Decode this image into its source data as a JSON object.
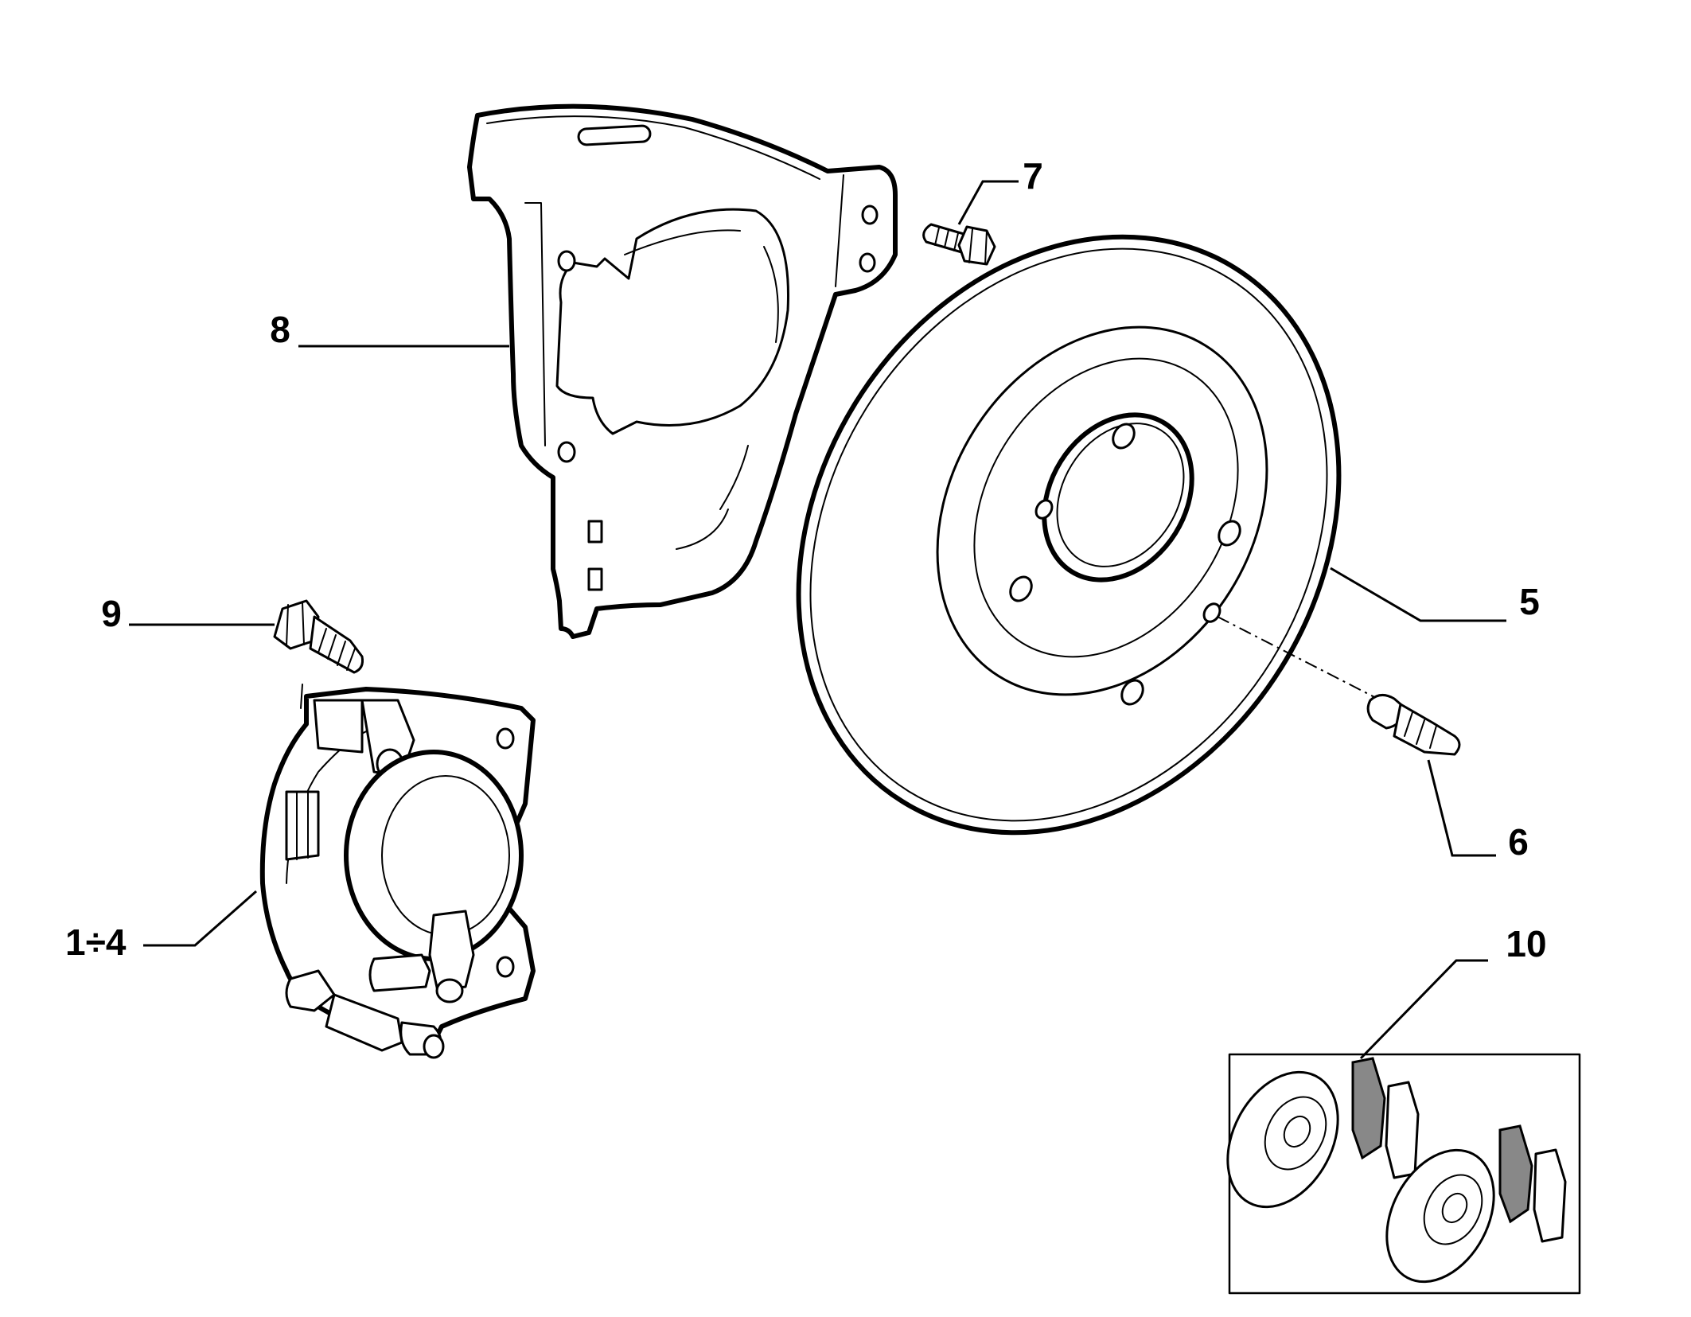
{
  "callouts": [
    {
      "id": "caliper",
      "label": "1÷4"
    },
    {
      "id": "disc",
      "label": "5"
    },
    {
      "id": "stud",
      "label": "6"
    },
    {
      "id": "screw-7",
      "label": "7"
    },
    {
      "id": "shield",
      "label": "8"
    },
    {
      "id": "bolt-9",
      "label": "9"
    },
    {
      "id": "kit",
      "label": "10"
    }
  ]
}
